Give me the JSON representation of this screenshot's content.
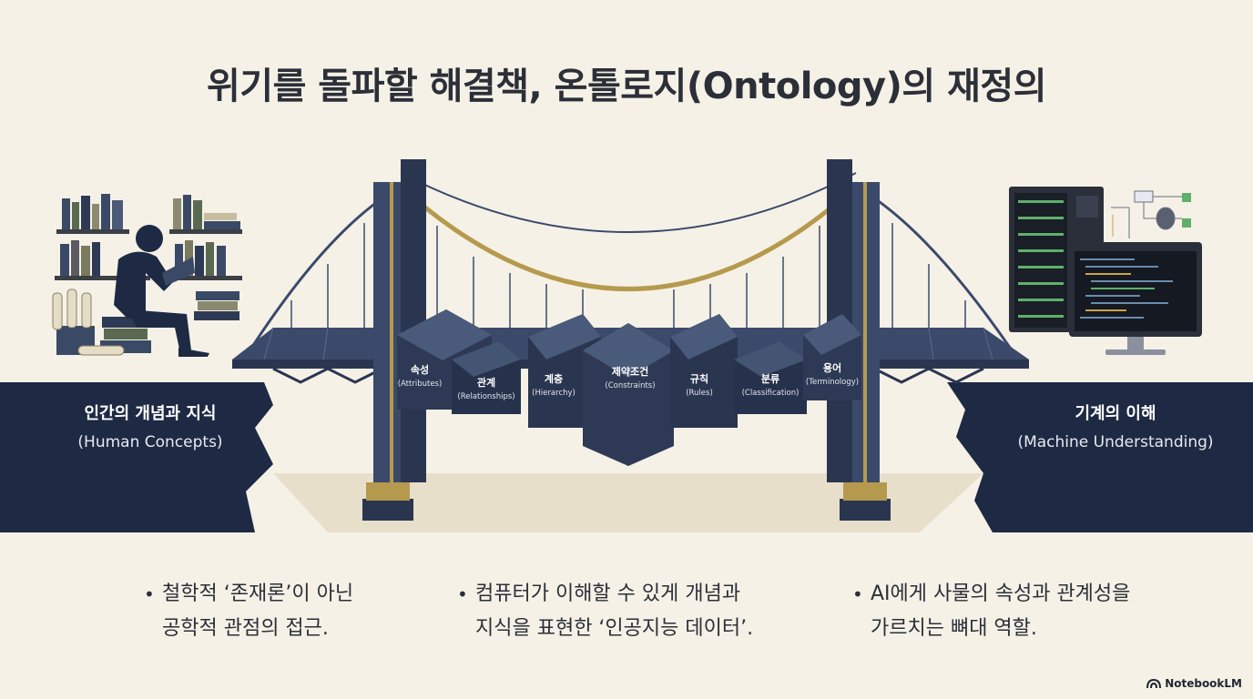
{
  "title": "위기를 돌파할 해결책, 온톨로지(Ontology)의 재정의",
  "left_cliff": {
    "ko": "인간의 개념과 지식",
    "en": "(Human Concepts)"
  },
  "right_cliff": {
    "ko": "기계의 이해",
    "en": "(Machine Understanding)"
  },
  "blocks": [
    {
      "ko": "속성",
      "en": "(Attributes)"
    },
    {
      "ko": "관계",
      "en": "(Relationships)"
    },
    {
      "ko": "계층",
      "en": "(Hierarchy)"
    },
    {
      "ko": "제약조건",
      "en": "(Constraints)"
    },
    {
      "ko": "규칙",
      "en": "(Rules)"
    },
    {
      "ko": "분류",
      "en": "(Classification)"
    },
    {
      "ko": "용어",
      "en": "(Terminology)"
    }
  ],
  "bullets": [
    {
      "line1": "철학적 ‘존재론’이 아닌",
      "line2": "공학적 관점의 접근."
    },
    {
      "line1": "컴퓨터가 이해할 수 있게 개념과",
      "line2": "지식을 표현한 ‘인공지능 데이터’."
    },
    {
      "line1": "AI에게 사물의 속성과 관계성을",
      "line2": "가르치는 뼈대 역할."
    }
  ],
  "bullet_marker": "•",
  "brand": "NotebookLM",
  "colors": {
    "navy": "#1e2a44",
    "cream": "#f5f1e6",
    "steel": "#3b4a6b",
    "gold": "#b59a4e"
  }
}
